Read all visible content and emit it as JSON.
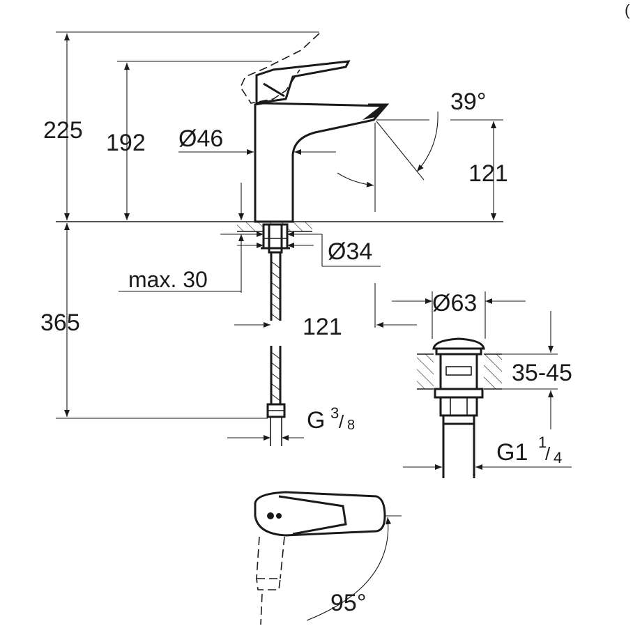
{
  "labels": {
    "corner_mark": "(",
    "height_total": "225",
    "height_spout": "192",
    "body_diameter": "Ø46",
    "spout_angle": "39°",
    "spout_height": "121",
    "shank_diameter": "Ø34",
    "max_thickness": "max. 30",
    "hose_length": "365",
    "spout_reach": "121",
    "waste_diameter": "Ø63",
    "waste_thickness": "35-45",
    "connection_main": "G",
    "connection_num": "3",
    "connection_den": "8",
    "waste_thread_main": "G1",
    "waste_thread_num": "1",
    "waste_thread_den": "4",
    "swivel_angle": "95°"
  }
}
